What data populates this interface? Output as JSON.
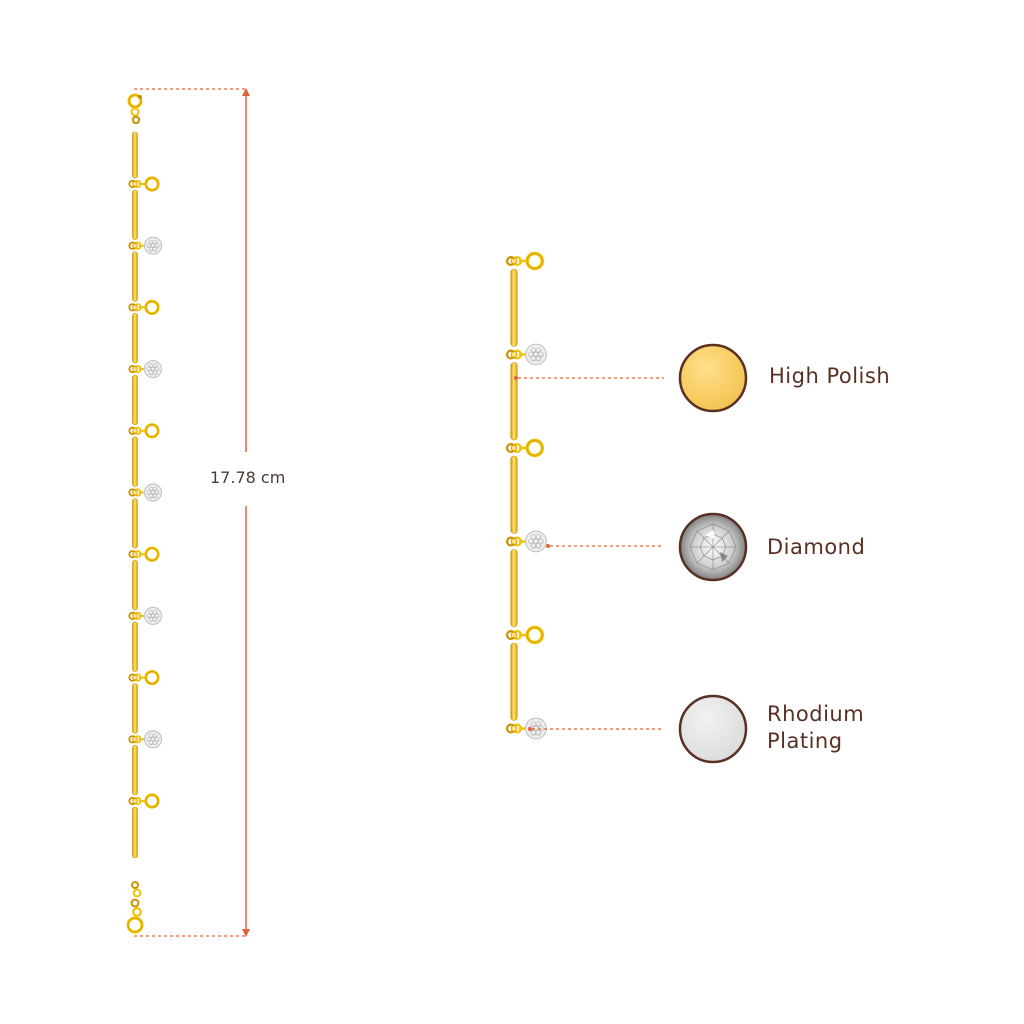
{
  "dimension": {
    "length_label": "17.78 cm"
  },
  "legend": {
    "items": [
      {
        "name": "high-polish",
        "lines": [
          "High Polish"
        ],
        "swatch": "#f5c860"
      },
      {
        "name": "diamond",
        "lines": [
          "Diamond"
        ],
        "swatch": "#e8e8e8"
      },
      {
        "name": "rhodium-plating",
        "lines": [
          "Rhodium",
          "Plating"
        ],
        "swatch": "#e4e4e4"
      }
    ]
  },
  "colors": {
    "gold": "#f2c200",
    "gold_dark": "#c99300",
    "gold_light": "#ffe27a",
    "dimension_line": "#e0643a",
    "swatch_border": "#5a2f24",
    "text": "#5a2f24"
  },
  "bracelet_full": {
    "charms": [
      "ring",
      "diamond",
      "ring",
      "diamond",
      "ring",
      "diamond",
      "ring",
      "diamond",
      "ring",
      "diamond",
      "ring"
    ]
  },
  "bracelet_detail": {
    "charms": [
      "ring",
      "diamond",
      "ring",
      "diamond",
      "ring",
      "diamond"
    ]
  }
}
